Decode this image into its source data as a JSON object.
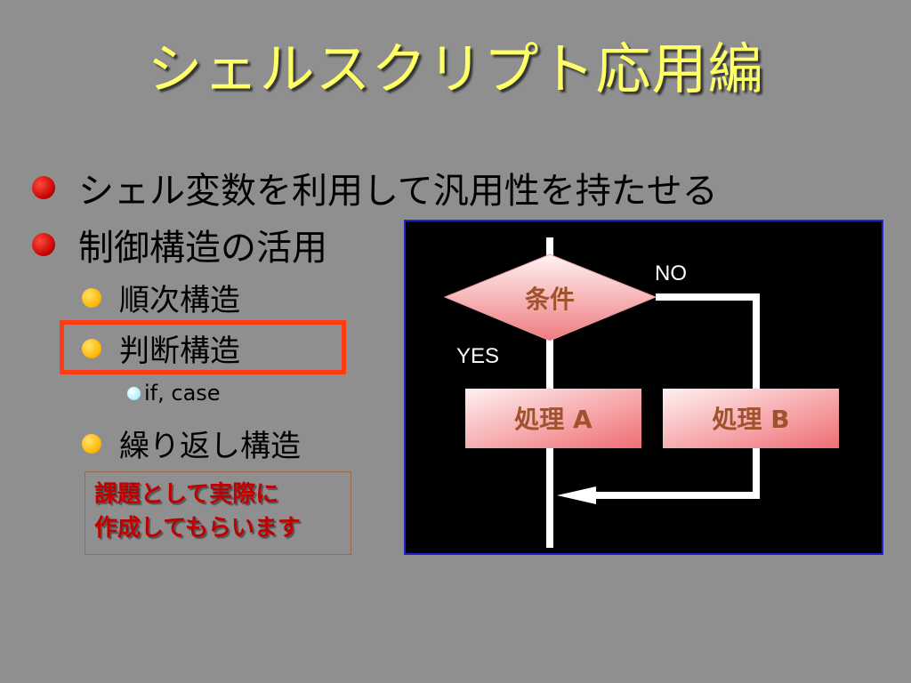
{
  "slide": {
    "title": "シェルスクリプト応用編"
  },
  "bullets": {
    "item1": "シェル変数を利用して汎用性を持たせる",
    "item2": "制御構造の活用",
    "sub1": "順次構造",
    "sub2": "判断構造",
    "sub2_detail": "if, case",
    "sub3": "繰り返し構造"
  },
  "task_note": {
    "line1": "課題として実際に",
    "line2": "作成してもらいます"
  },
  "flowchart": {
    "condition_label": "条件",
    "no_label": "NO",
    "yes_label": "YES",
    "process_a_label": "処理 A",
    "process_b_label": "処理 B"
  },
  "colors": {
    "background": "#8f8f8f",
    "title": "#ffff66",
    "highlight_border": "#ff3c14",
    "note_text": "#c00000",
    "panel_border": "#2222cc"
  }
}
